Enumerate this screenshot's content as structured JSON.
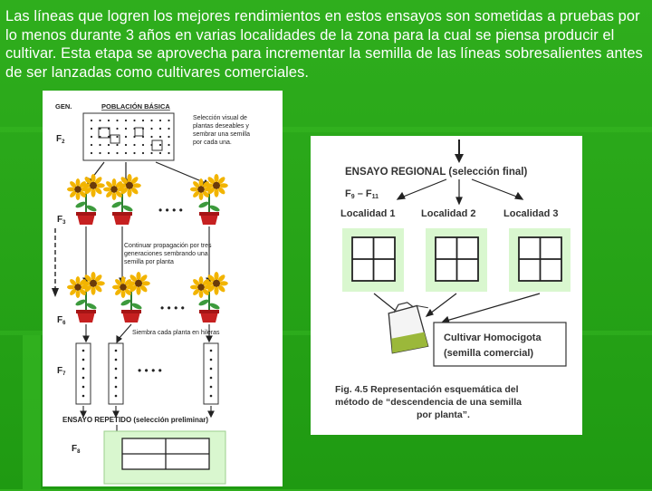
{
  "slide": {
    "text": "Las líneas que logren los mejores rendimientos en estos ensayos son sometidas a pruebas por lo menos durante 3 años en varias localidades de la zona para la cual se piensa producir el cultivar. Esta etapa se aprovecha para incrementar la semilla de las líneas sobresalientes antes de ser lanzadas como cultivares comerciales."
  },
  "left_figure": {
    "gen_label": "GEN.",
    "population_label": "POBLACIÓN BÁSICA",
    "gen_f2": "F",
    "gen_f2_sub": "2",
    "gen_f3": "F",
    "gen_f3_sub": "3",
    "gen_f6": "F",
    "gen_f6_sub": "6",
    "gen_f7": "F",
    "gen_f7_sub": "7",
    "gen_f8": "F",
    "gen_f8_sub": "8",
    "selection_note": [
      "Selección visual de",
      "plantas deseables y",
      "sembrar una semilla",
      "por cada una."
    ],
    "continue_note": [
      "Continuar propagación por tres",
      "generaciones sembrando una",
      "semilla por planta"
    ],
    "row_note": "Siembra cada planta en hileras",
    "repeated_trial": "ENSAYO REPETIDO (selección preliminar)"
  },
  "right_figure": {
    "regional_trial": "ENSAYO REGIONAL (selección final)",
    "gen_range": "F",
    "gen_range_sub1": "9",
    "gen_range_dash": " – F",
    "gen_range_sub2": "11",
    "locations": [
      "Localidad 1",
      "Localidad 2",
      "Localidad 3"
    ],
    "homozygous_line1": "Cultivar Homocigota",
    "homozygous_line2": "(semilla comercial)",
    "caption_line1": "Fig. 4.5 Representación esquemática del",
    "caption_line2": "método de “descendencia de una semilla",
    "caption_line3": "por planta”."
  },
  "colors": {
    "background": "#22a214",
    "box_fill": "#d9f7cf",
    "flower_petal": "#f2b400",
    "pot": "#c62020"
  }
}
